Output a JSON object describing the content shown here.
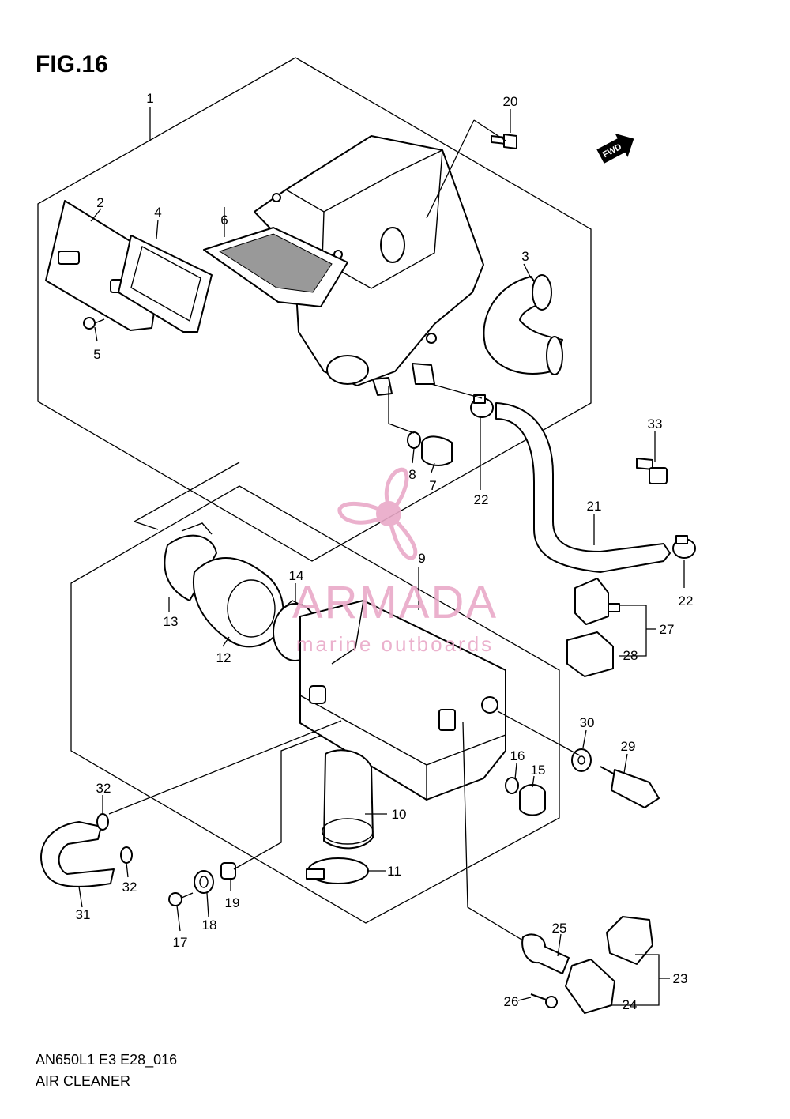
{
  "figure": {
    "title": "FIG.16",
    "model_code": "AN650L1 E3 E28_016",
    "section_name": "AIR CLEANER",
    "fwd_label": "FWD"
  },
  "watermark": {
    "brand": "ARMADA",
    "tagline": "marine outboards",
    "color": "#e9a9c8"
  },
  "callouts": [
    {
      "id": "c1",
      "label": "1"
    },
    {
      "id": "c2",
      "label": "2"
    },
    {
      "id": "c3",
      "label": "3"
    },
    {
      "id": "c4",
      "label": "4"
    },
    {
      "id": "c5",
      "label": "5"
    },
    {
      "id": "c6",
      "label": "6"
    },
    {
      "id": "c7",
      "label": "7"
    },
    {
      "id": "c8",
      "label": "8"
    },
    {
      "id": "c9",
      "label": "9"
    },
    {
      "id": "c10",
      "label": "10"
    },
    {
      "id": "c11",
      "label": "11"
    },
    {
      "id": "c12",
      "label": "12"
    },
    {
      "id": "c13",
      "label": "13"
    },
    {
      "id": "c14",
      "label": "14"
    },
    {
      "id": "c15",
      "label": "15"
    },
    {
      "id": "c16",
      "label": "16"
    },
    {
      "id": "c17",
      "label": "17"
    },
    {
      "id": "c18",
      "label": "18"
    },
    {
      "id": "c19",
      "label": "19"
    },
    {
      "id": "c20",
      "label": "20"
    },
    {
      "id": "c21",
      "label": "21"
    },
    {
      "id": "c22a",
      "label": "22"
    },
    {
      "id": "c22b",
      "label": "22"
    },
    {
      "id": "c23",
      "label": "23"
    },
    {
      "id": "c24",
      "label": "24"
    },
    {
      "id": "c25",
      "label": "25"
    },
    {
      "id": "c26",
      "label": "26"
    },
    {
      "id": "c27",
      "label": "27"
    },
    {
      "id": "c28",
      "label": "28"
    },
    {
      "id": "c29",
      "label": "29"
    },
    {
      "id": "c30",
      "label": "30"
    },
    {
      "id": "c31",
      "label": "31"
    },
    {
      "id": "c32a",
      "label": "32"
    },
    {
      "id": "c32b",
      "label": "32"
    },
    {
      "id": "c33",
      "label": "33"
    }
  ]
}
